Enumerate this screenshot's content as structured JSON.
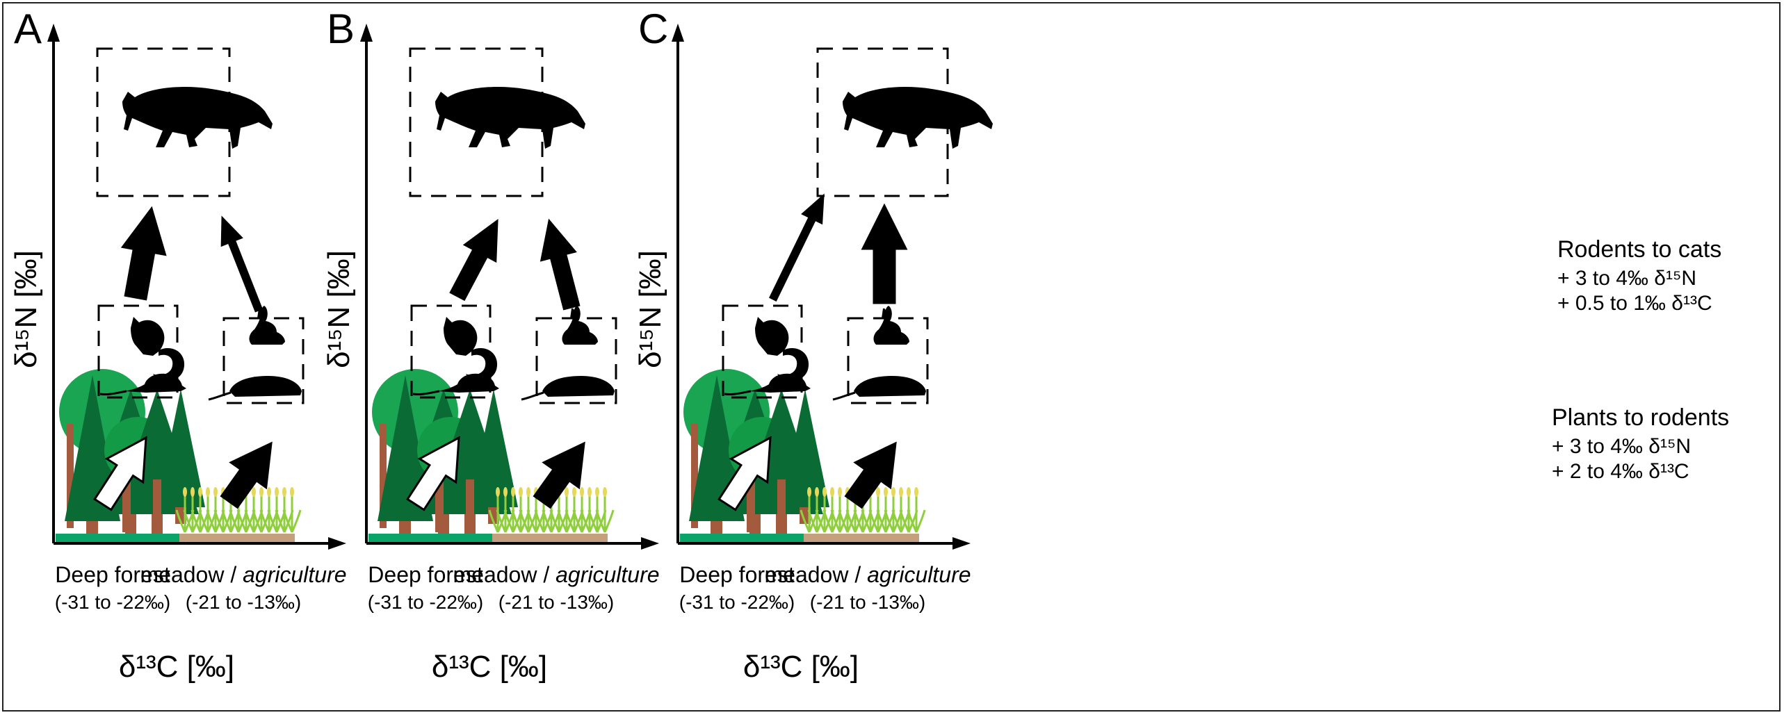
{
  "panels": [
    {
      "letter": "A",
      "x_label": "δ¹³C [‰]",
      "y_label": "δ¹⁵N [‰]",
      "forest_label": "Deep forest",
      "forest_range": "(-31 to -22‰)",
      "meadow_label": "meadow / ",
      "meadow_label_italic": "agriculture",
      "meadow_range": "(-21 to -13‰)",
      "arrows": {
        "forest_to_rodents": "white",
        "meadow_to_rodents": "black",
        "forest_rodents_to_cat": "thick",
        "meadow_rodents_to_cat": "thin"
      }
    },
    {
      "letter": "B",
      "x_label": "δ¹³C [‰]",
      "y_label": "δ¹⁵N [‰]",
      "forest_label": "Deep forest",
      "forest_range": "(-31 to -22‰)",
      "meadow_label": "meadow / ",
      "meadow_label_italic": "agriculture",
      "meadow_range": "(-21 to -13‰)",
      "arrows": {
        "forest_to_rodents": "white",
        "meadow_to_rodents": "black",
        "forest_rodents_to_cat": "medium",
        "meadow_rodents_to_cat": "medium"
      }
    },
    {
      "letter": "C",
      "x_label": "δ¹³C [‰]",
      "y_label": "δ¹⁵N [‰]",
      "forest_label": "Deep forest",
      "forest_range": "(-31 to -22‰)",
      "meadow_label": "meadow / ",
      "meadow_label_italic": "agriculture",
      "meadow_range": "(-21 to -13‰)",
      "arrows": {
        "forest_to_rodents": "white",
        "meadow_to_rodents": "black",
        "forest_rodents_to_cat": "thin",
        "meadow_rodents_to_cat": "thick"
      }
    }
  ],
  "legend": {
    "rodents_to_cats": {
      "title": "Rodents to cats",
      "line1": "+ 3 to 4‰ δ¹⁵N",
      "line2": "+ 0.5 to 1‰ δ¹³C"
    },
    "plants_to_rodents": {
      "title": "Plants to rodents",
      "line1": "+ 3 to 4‰ δ¹⁵N",
      "line2": "+ 2 to 4‰ δ¹³C"
    }
  },
  "colors": {
    "tree_light": "#1aa553",
    "tree_dark": "#0b6b35",
    "trunk": "#a45a3c",
    "ground_forest": "#0aa36a",
    "ground_meadow": "#c4a07e",
    "grass": "#8fce3c",
    "wheat_head": "#e6d85a"
  }
}
